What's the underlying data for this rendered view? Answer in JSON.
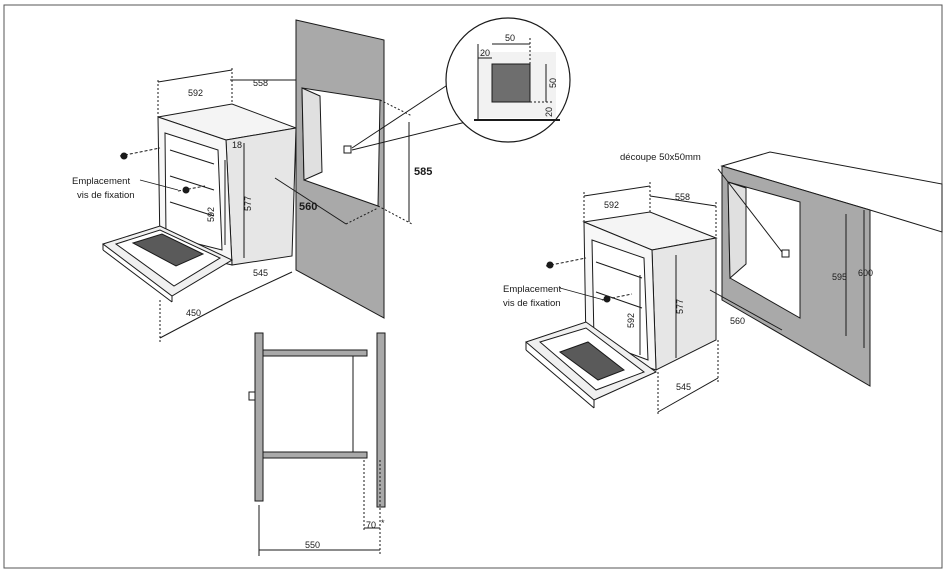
{
  "left_oven": {
    "dims": {
      "width": "592",
      "depth_top": "558",
      "inner_gap": "18",
      "height": "577",
      "door_height": "592",
      "body_depth": "545",
      "door_open": "450"
    },
    "screw_label_line1": "Emplacement",
    "screw_label_line2": "vis de fixation"
  },
  "wall_niche": {
    "cutout_width": "560",
    "cutout_height": "585"
  },
  "detail_circle": {
    "offset_top": "20",
    "square_width": "50",
    "square_height": "50",
    "offset_bottom": "20"
  },
  "section_view": {
    "depth": "550",
    "gap": "70",
    "gap_unit": "*"
  },
  "right_oven": {
    "cutout_label": "découpe 50x50mm",
    "dims": {
      "width": "592",
      "depth_top": "558",
      "height": "577",
      "door_height": "592",
      "body_depth": "545",
      "cutout_width": "560",
      "inner_height": "595",
      "outer_height": "600"
    },
    "screw_label_line1": "Emplacement",
    "screw_label_line2": "vis de fixation"
  },
  "colors": {
    "wall": "#a9a9a9",
    "wall_dark": "#8c8c8c",
    "line": "#1a1a1a",
    "window": "#5a5a5a",
    "square": "#6e6e6e"
  }
}
